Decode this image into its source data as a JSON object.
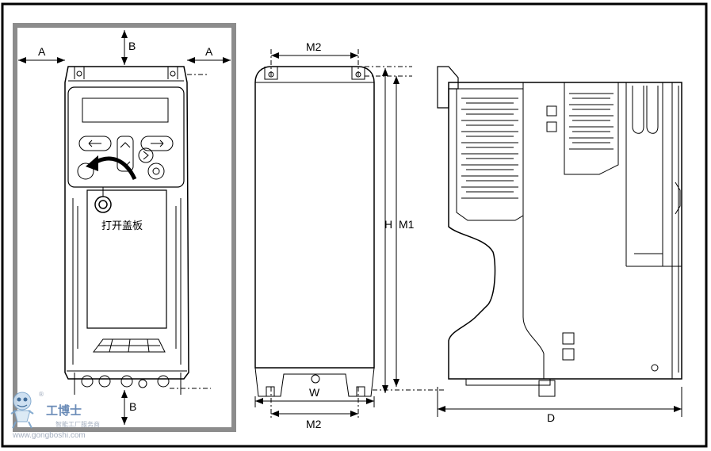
{
  "labels": {
    "clearance_side": "A",
    "clearance_top_bottom": "B",
    "mount_hole_spacing": "M2",
    "mount_hole_height": "M1",
    "height": "H",
    "width": "W",
    "depth": "D",
    "open_cover": "打开盖板"
  },
  "watermark": {
    "brand": "工博士",
    "slogan": "智能工厂服务商",
    "url": "www.gongboshi.com",
    "registered": "®"
  },
  "colors": {
    "frame": "#000000",
    "clearance_box": "#8c8c8c",
    "watermark": "#5a7fb0"
  },
  "icons": {
    "rotate_arrow": "curved-arrow-icon",
    "cover_screw": "screw-icon"
  }
}
